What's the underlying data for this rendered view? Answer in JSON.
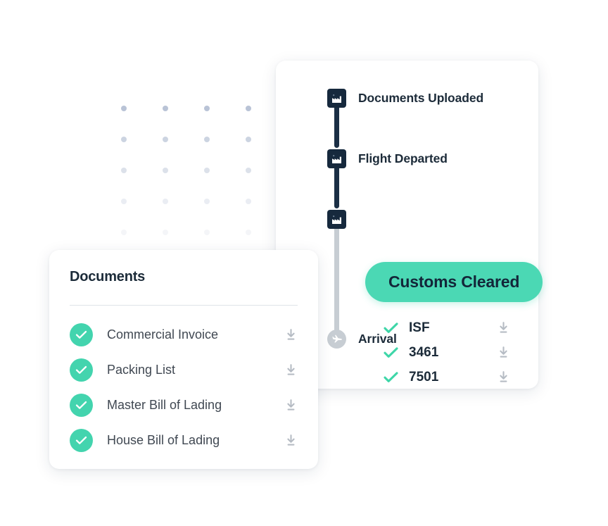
{
  "background": {
    "canvas_color": "#ffffff",
    "dot_grid": {
      "name": "decorative-dot-grid",
      "columns": 4,
      "rows": 5,
      "dot_color": "#b9c3d6"
    }
  },
  "colors": {
    "accent_green": "#4bd8b4",
    "check_green": "#43d4ae",
    "navy": "#16293d",
    "text_dark": "#1c2b39",
    "text_body": "#404852",
    "track_done": "#1b2f45",
    "track_todo": "#c7cdd3",
    "divider": "#dfe3e8",
    "download_icon": "#b6bcc4"
  },
  "shipment_card": {
    "timeline": {
      "milestones": [
        {
          "label": "Documents Uploaded",
          "icon": "factory-icon",
          "state": "complete"
        },
        {
          "label": "Flight Departed",
          "icon": "factory-icon",
          "state": "complete"
        },
        {
          "label": "Customs Cleared",
          "icon": "factory-icon",
          "state": "current"
        },
        {
          "label": "Arrival",
          "icon": "airplane-icon",
          "state": "pending"
        }
      ]
    },
    "status_pill": {
      "label": "Customs Cleared",
      "color": "#4bd8b4",
      "text_color": "#132639"
    },
    "filings": {
      "download_icon": "download-icon",
      "check_icon": "check-icon",
      "items": [
        {
          "name": "ISF",
          "status": "complete"
        },
        {
          "name": "3461",
          "status": "complete"
        },
        {
          "name": "7501",
          "status": "complete"
        }
      ]
    }
  },
  "documents_card": {
    "title": "Documents",
    "download_icon": "download-icon",
    "check_icon": "check-icon",
    "items": [
      {
        "name": "Commercial Invoice",
        "status": "complete"
      },
      {
        "name": "Packing List",
        "status": "complete"
      },
      {
        "name": "Master Bill of Lading",
        "status": "complete"
      },
      {
        "name": "House Bill of Lading",
        "status": "complete"
      }
    ]
  }
}
